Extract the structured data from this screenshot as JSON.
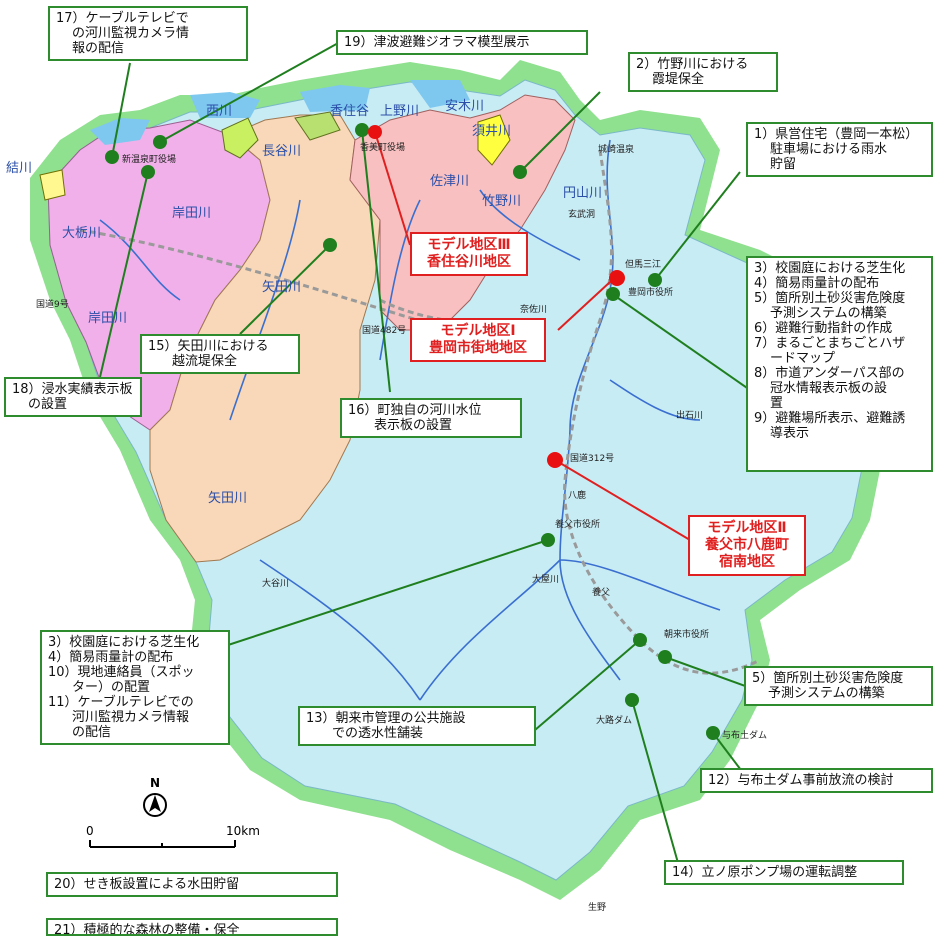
{
  "callouts": {
    "c17": [
      "17）ケーブルテレビで",
      "の河川監視カメラ情",
      "報の配信"
    ],
    "c19": [
      "19）津波避難ジオラマ模型展示"
    ],
    "c2": [
      "2）竹野川における",
      "霞堤保全"
    ],
    "c1": [
      "1）県営住宅（豊岡一本松）",
      "駐車場における雨水",
      "貯留"
    ],
    "c3group": [
      "3）校園庭における芝生化",
      "4）簡易雨量計の配布",
      "5）箇所別土砂災害危険度",
      "予測システムの構築",
      "6）避難行動指針の作成",
      "7）まるごとまちごとハザ",
      "ードマップ",
      "8）市道アンダーパス部の",
      "冠水情報表示板の設",
      "置",
      "9）避難場所表示、避難誘",
      "導表示"
    ],
    "c15": [
      "15）矢田川における",
      "越流堤保全"
    ],
    "c18": [
      "18）浸水実績表示板",
      "の設置"
    ],
    "c16": [
      "16）町独自の河川水位",
      "表示板の設置"
    ],
    "c3b": [
      "3）校園庭における芝生化",
      "4）簡易雨量計の配布",
      "10）現地連絡員（スポッ",
      "ター）の配置",
      "11）ケーブルテレビでの",
      "河川監視カメラ情報",
      "の配信"
    ],
    "c13": [
      "13）朝来市管理の公共施設",
      "での透水性舗装"
    ],
    "c5": [
      "5）箇所別土砂災害危険度",
      "予測システムの構築"
    ],
    "c12": [
      "12）与布土ダム事前放流の検討"
    ],
    "c14": [
      "14）立ノ原ポンプ場の運転調整"
    ],
    "c20": [
      "20）せき板設置による水田貯留"
    ],
    "c21": [
      "21）積極的な森林の整備・保全"
    ]
  },
  "models": {
    "m3": [
      "モデル地区Ⅲ",
      "香住谷川地区"
    ],
    "m1": [
      "モデル地区Ⅰ",
      "豊岡市街地地区"
    ],
    "m2": [
      "モデル地区Ⅱ",
      "養父市八鹿町",
      "宿南地区"
    ]
  },
  "rivers": {
    "r_yusu": "結川",
    "r_nishi": "西川",
    "r_sumi": "香住谷",
    "r_ue": "上野川",
    "r_yasu": "安木川",
    "r_sugawa": "須井川",
    "r_hasegawa": "長谷川",
    "r_sazu": "佐津川",
    "r_kishida": "岸田川",
    "r_ootochi": "大栃川",
    "r_kishida2": "岸田川",
    "r_yada": "矢田川",
    "r_yada2": "矢田川",
    "r_takeno": "竹野川",
    "r_maruyama": "円山川"
  },
  "places": {
    "p_kinosaki": "城崎温泉",
    "p_toyooka_office": "豊岡市役所",
    "p_genbudo": "玄武洞",
    "p_toyooka_sanko": "但馬三江",
    "p_shinonsen_office": "新温泉町役場",
    "p_kami_office": "香美町役場",
    "p_rt9": "国道9号",
    "p_rt482": "国道482号",
    "p_rt312": "国道312号",
    "p_yabu_office": "養父市役所",
    "p_asago_office": "朝来市役所",
    "p_yofudo_dam": "与布土ダム",
    "p_oomichi_dam": "大路ダム",
    "p_ikuno": "生野",
    "p_yoka": "八鹿",
    "p_yabu": "養父",
    "p_izushi": "出石川",
    "p_ookawa": "大谷川",
    "p_nara": "奈佐川",
    "p_ohoso": "大屋川"
  },
  "scale": {
    "north": "N",
    "zero": "0",
    "ten": "10km"
  },
  "colors": {
    "land": "#c8ecf4",
    "border": "#8fe08f",
    "kishida": "#f2b0ea",
    "yada": "#f8d8b8",
    "sazu": "#f8c0c0",
    "sea": "#ffffff",
    "callout_border": "#2e8b2e",
    "model": "#e02020",
    "marker_green": "#1f7f1f",
    "marker_red": "#e81010"
  }
}
